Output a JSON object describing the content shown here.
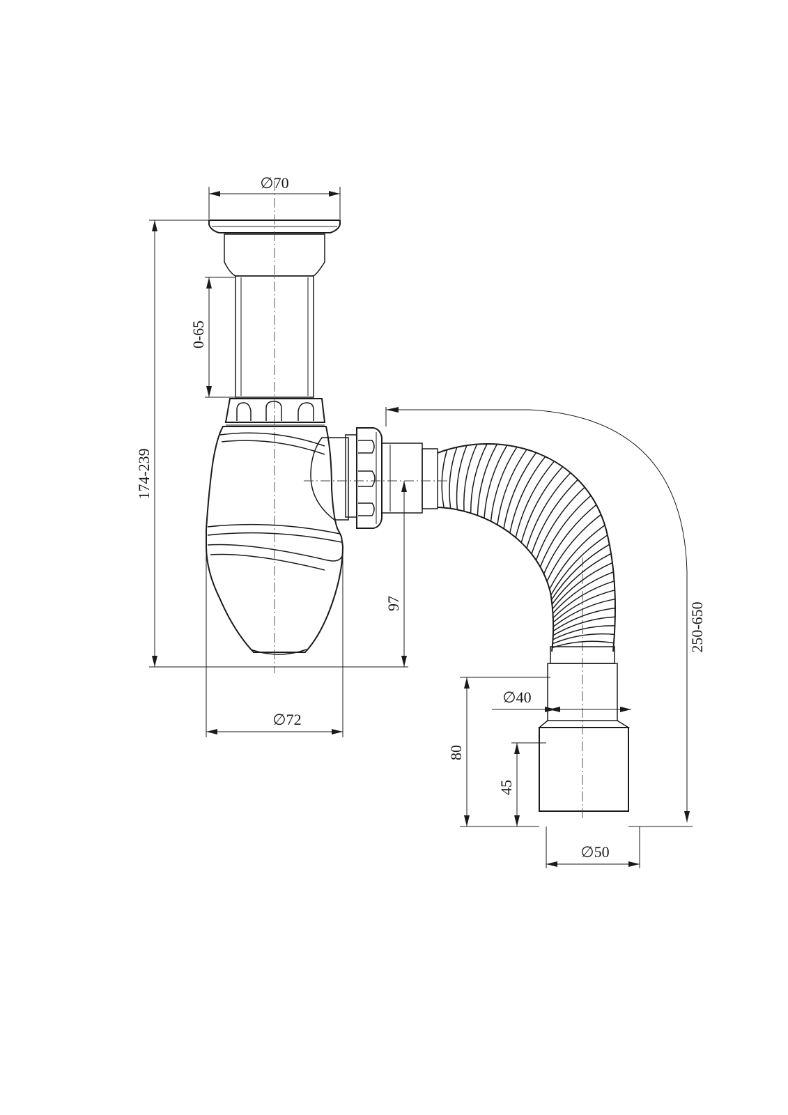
{
  "dimensions": {
    "top_diameter": "∅70",
    "extension_range": "0-65",
    "total_height": "174-239",
    "outlet_height": "97",
    "bottle_diameter": "∅72",
    "hose_length": "250-650",
    "inner_diameter": "∅40",
    "connector_height": "80",
    "socket_height": "45",
    "outer_diameter": "∅50"
  },
  "colors": {
    "line": "#1a1a1a",
    "background": "#ffffff"
  }
}
